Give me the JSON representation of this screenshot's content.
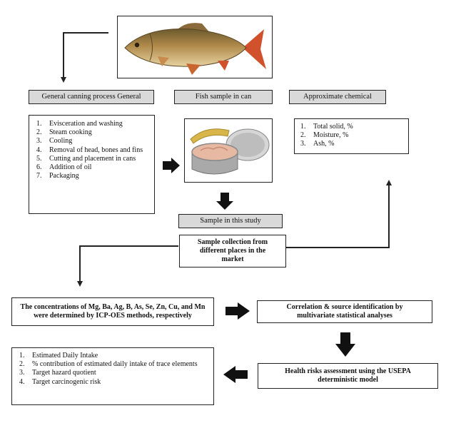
{
  "headers": {
    "canning_process": "General canning process General",
    "fish_sample": "Fish sample in can",
    "approximate_chemical": "Approximate chemical",
    "sample_study": "Sample in this study"
  },
  "canning_steps": [
    {
      "num": "1.",
      "text": "Evisceration and washing"
    },
    {
      "num": "2.",
      "text": "Steam cooking"
    },
    {
      "num": "3.",
      "text": "Cooling"
    },
    {
      "num": "4.",
      "text": "Removal of head, bones and fins"
    },
    {
      "num": "5.",
      "text": "Cutting and placement in cans"
    },
    {
      "num": "6.",
      "text": "Addition of oil"
    },
    {
      "num": "7.",
      "text": "Packaging"
    }
  ],
  "chemical_items": [
    {
      "num": "1.",
      "text": "Total solid, %"
    },
    {
      "num": "2.",
      "text": "Moisture, %"
    },
    {
      "num": "3.",
      "text": "Ash, %"
    }
  ],
  "sample_collection": "Sample collection from different places in the market",
  "icp_methods": "The concentrations of Mg, Ba, Ag, B, As, Se, Zn, Cu, and Mn were determined by ICP-OES methods, respectively",
  "correlation": "Correlation & source identification by multivariate statistical analyses",
  "health_risk": "Health risks assessment using the USEPA deterministic model",
  "risk_items": [
    {
      "num": "1.",
      "text": "Estimated Daily Intake"
    },
    {
      "num": "2.",
      "text": "% contribution of estimated daily intake of trace elements"
    },
    {
      "num": "3.",
      "text": "Target hazard quotient"
    },
    {
      "num": "4.",
      "text": "Target carcinogenic risk"
    }
  ],
  "colors": {
    "header_fill": "#d9d9d9",
    "arrow": "#111111",
    "fish_body": "#b08a4a",
    "can_metal": "#b9b9b9",
    "tuna": "#e7b9a2"
  }
}
